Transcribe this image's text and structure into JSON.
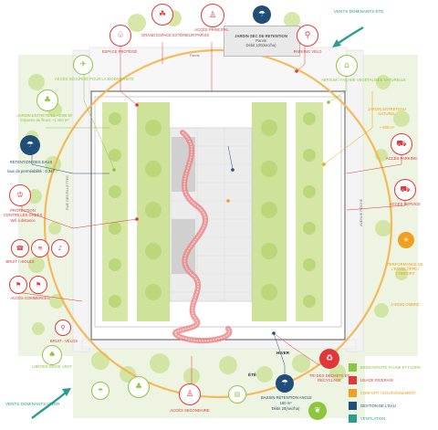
{
  "title_labels": {
    "wind_top": "VENTS DOMINANTS ÉTÉ",
    "wind_bottom": "VENTS DOMINANTS HIVER",
    "season_winter": "HIVER",
    "season_summer": "ÉTÉ"
  },
  "streets": {
    "left": "RUE DES FILLETTES",
    "right": "AVENUE ROCHE",
    "top": "Parvis"
  },
  "top_panel": {
    "title": "JARDIN SEC DE RETENTION",
    "sub1": "Parvis",
    "sub2": "Débit 100(sec/ha)"
  },
  "callouts": {
    "espace_protege": "ESPACE PROTÉGÉ",
    "espace_exterieur": "GRAND ESPACE EXTÉRIEUR PARVIS",
    "acces_principal": "ACCÈS PRINCIPAL",
    "parking_velo": "PARKING VÉLO",
    "acces_securise": "ACCÈS SÉCURISÉ POUR LA BIODIVERSITÉ",
    "abri_facade": "ABRI/UM / FAÇADE VÉGÉTALISÉE NATURELLE",
    "jardin_entretenu": "JARDIN ENTRETENU ~2000 m²",
    "jardin_entretenu_sub": "Espaces de fleurs ~1 400 m²",
    "jardin_naturel": "JARDIN ENTRETENU NATUREL",
    "jardin_naturel_sub": "~ 800 m²",
    "retention_eaux": "RÉTENTION DES EAUX",
    "retention_eaux_sub": "taux de perméabilité : 0,347",
    "protection_ondes": "PROTECTION CONTRE LES ONDES",
    "protection_ondes_sub": "Wifi à distance",
    "acces_parking": "ACCÈS PARKING",
    "acces_service": "ACCÈS SERVICE",
    "bruit_isole": "BRUIT / ISOLÉS",
    "performance": "PERFORMANCE DE L'ENVELOPPE / CONFORT",
    "acces_commerces": "ACCÈS COMMERCES",
    "jardin_ombre": "JARDIN OMBRÉ",
    "bruit_velos": "BRUIT - VÉLOS",
    "liberation_vent": "LIBÉRER BRISE VENT",
    "acces_secondaire": "ACCÈS SECONDAIRE",
    "basin_retention": "BASSIN RÉTENTION ANGLE",
    "basin_retention_sub1": "160 m³",
    "basin_retention_sub2": "Débit 20(sec/ha)",
    "tri_dechets": "TRI DES DÉCHETS ET RECYCLAGE"
  },
  "legend": [
    {
      "label": "BIODIVERSITÉ FAUNE ET FLORE",
      "color": "#8cc63f"
    },
    {
      "label": "USAGE RIVERAIN",
      "color": "#e0383a"
    },
    {
      "label": "CONFORT / ENVIRONNEMENT",
      "color": "#f0a020"
    },
    {
      "label": "GESTION DE L'EAU",
      "color": "#1f4e79"
    },
    {
      "label": "VENTILATION",
      "color": "#2a9d8f"
    }
  ],
  "colors": {
    "biodiversity": "#8cc63f",
    "usage": "#e0383a",
    "comfort": "#f0a020",
    "water": "#1f4e79",
    "wind": "#2a9d8f"
  }
}
